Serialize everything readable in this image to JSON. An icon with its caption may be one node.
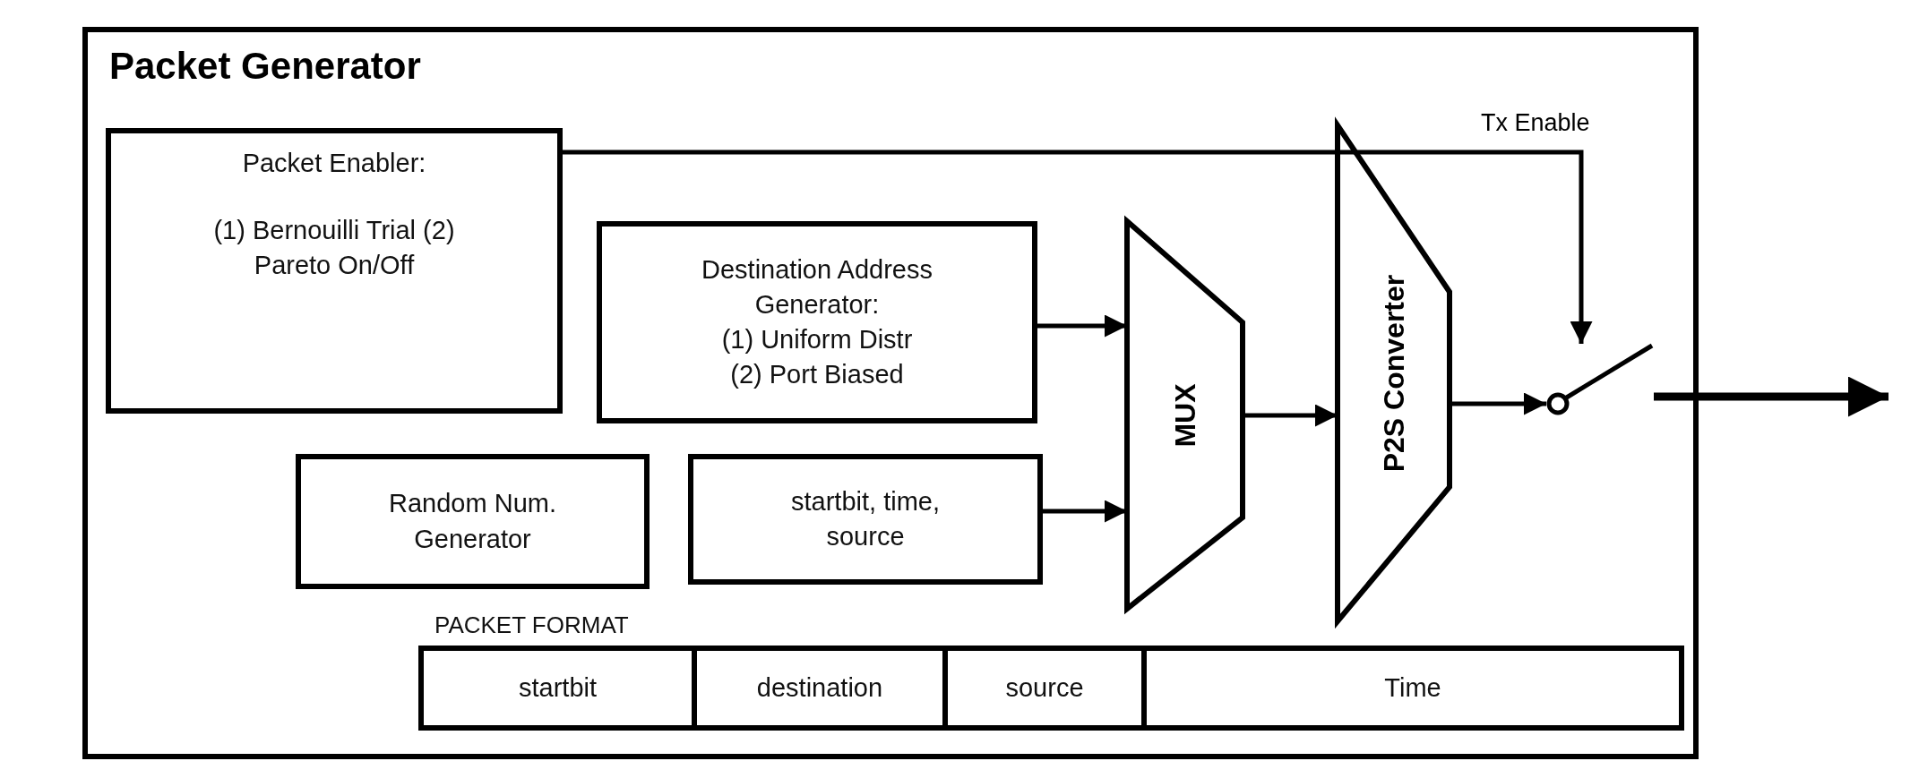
{
  "diagram": {
    "nodes": [
      {
        "text": [
          "Packet Generator"
        ]
      },
      {
        "text": [
          "Packet Enabler:",
          "(1) Bernouilli Trial (2) Pareto On/Off"
        ],
        "in": 0
      },
      {
        "text": [
          "Destination Address Generator:",
          "(1) Uniform Distr (2) Port Biased"
        ],
        "in": 0
      },
      {
        "text": [
          "Random Num. Generator"
        ],
        "in": 0
      },
      {
        "text": [
          "startbit, time, source"
        ],
        "in": 0
      },
      {
        "text": [
          "MUX"
        ],
        "in": 0
      },
      {
        "text": [
          "P2S Converter"
        ],
        "in": 0
      },
      {
        "text": [],
        "shape": "switch",
        "in": 0
      },
      {
        "text": [
          "PACKET FORMAT"
        ],
        "in": 0
      },
      {
        "text": [
          "startbit"
        ],
        "in": 8
      },
      {
        "text": [
          "destination"
        ],
        "in": 8
      },
      {
        "text": [
          "source"
        ],
        "in": 8
      },
      {
        "text": [
          "Time"
        ],
        "in": 8
      }
    ],
    "edges": [
      {
        "from": 1,
        "to": 7,
        "arrow": "to",
        "label": "Tx Enable"
      },
      {
        "from": 2,
        "to": 5,
        "arrow": "to"
      },
      {
        "from": 4,
        "to": 5,
        "arrow": "to"
      },
      {
        "from": 5,
        "to": 6,
        "arrow": "to"
      },
      {
        "from": 6,
        "to": 7,
        "arrow": "to"
      },
      {
        "from": 7,
        "to": null,
        "arrow": "to",
        "style": "thick"
      }
    ]
  }
}
